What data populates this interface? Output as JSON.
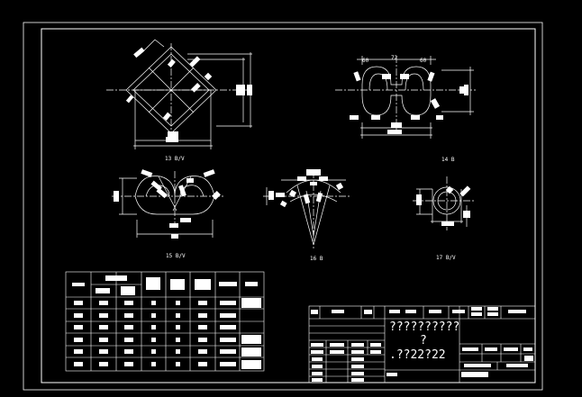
{
  "views": {
    "v13": {
      "label": "13 B/V"
    },
    "v14": {
      "label": "14 B"
    },
    "v15": {
      "label": "15 B/V"
    },
    "v16": {
      "label": "16 B"
    },
    "v17": {
      "label": "17 B/V"
    }
  },
  "dims14": {
    "a": "60",
    "b": "72",
    "c": "60"
  },
  "title_block": {
    "line1": "??????????",
    "line2": "?",
    "line3": ".??22?22"
  }
}
